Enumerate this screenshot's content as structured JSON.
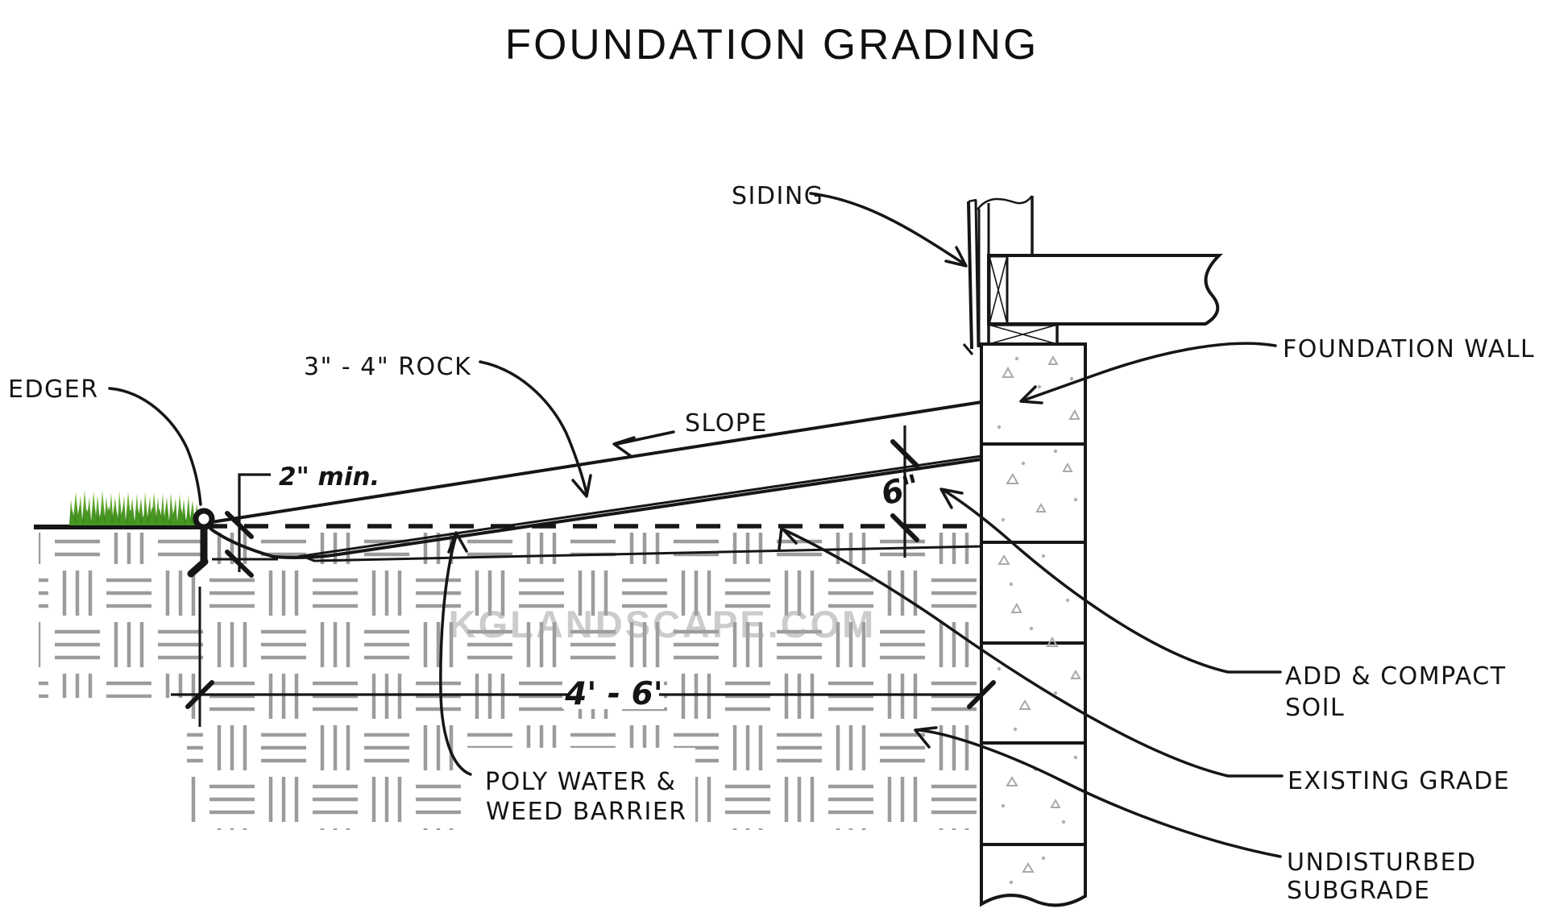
{
  "title": "FOUNDATION GRADING",
  "watermark": "KGLANDSCAPE.COM",
  "labels": {
    "edger": "EDGER",
    "rock": "3\" - 4\" ROCK",
    "slope": "SLOPE",
    "siding": "SIDING",
    "foundation_wall": "FOUNDATION WALL",
    "add_compact_line1": "ADD & COMPACT",
    "add_compact_line2": "SOIL",
    "existing_grade": "EXISTING GRADE",
    "undisturbed_line1": "UNDISTURBED",
    "undisturbed_line2": "SUBGRADE",
    "poly_line1": "POLY WATER &",
    "poly_line2": "WEED BARRIER"
  },
  "dimensions": {
    "rock_depth_min": "2\" min.",
    "soil_depth_at_wall": "6\"",
    "grading_run": "4' - 6'"
  },
  "colors": {
    "line": "#161616",
    "wall_fill": "#cbcbcb",
    "soil_fill": "#cfc5b8",
    "hatch_line": "#9c9c9c",
    "gravel_bg": "#3e352b",
    "grass_front": "#46971f",
    "watermark_gray": "#a3a3a3"
  }
}
